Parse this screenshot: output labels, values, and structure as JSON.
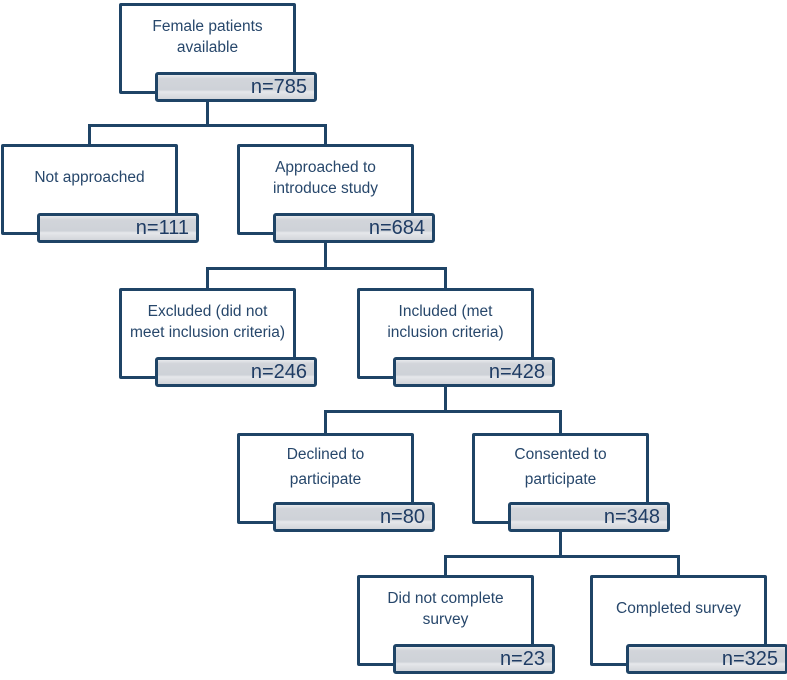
{
  "diagram": {
    "type": "flowchart",
    "description": "Patient recruitment flow diagram",
    "colors": {
      "box_border": "#1f4466",
      "label_text": "#27476b",
      "count_text": "#1f3c64",
      "count_fill_light": "#e8eaed",
      "count_fill_dark": "#ced2d8",
      "box_fill": "#ffffff",
      "background": "#ffffff"
    },
    "nodes": [
      {
        "label": "Female patients\navailable",
        "n": "n=785"
      },
      {
        "label": "Not approached",
        "n": "n=111"
      },
      {
        "label": "Approached to\nintroduce study",
        "n": "n=684"
      },
      {
        "label": "Excluded (did not\nmeet inclusion criteria)",
        "n": "n=246"
      },
      {
        "label": "Included (met\ninclusion criteria)",
        "n": "n=428"
      },
      {
        "label": "Declined to\nparticipate",
        "n": "n=80"
      },
      {
        "label": "Consented to\nparticipate",
        "n": "n=348"
      },
      {
        "label": "Did not complete\nsurvey",
        "n": "n=23"
      },
      {
        "label": "Completed survey",
        "n": "n=325"
      }
    ],
    "links": [
      {
        "from": "Female patients available",
        "to": [
          "Not approached",
          "Approached to introduce study"
        ]
      },
      {
        "from": "Approached to introduce study",
        "to": [
          "Excluded (did not meet inclusion criteria)",
          "Included (met inclusion criteria)"
        ]
      },
      {
        "from": "Included (met inclusion criteria)",
        "to": [
          "Declined to participate",
          "Consented to participate"
        ]
      },
      {
        "from": "Consented to participate",
        "to": [
          "Did not complete survey",
          "Completed survey"
        ]
      }
    ]
  }
}
